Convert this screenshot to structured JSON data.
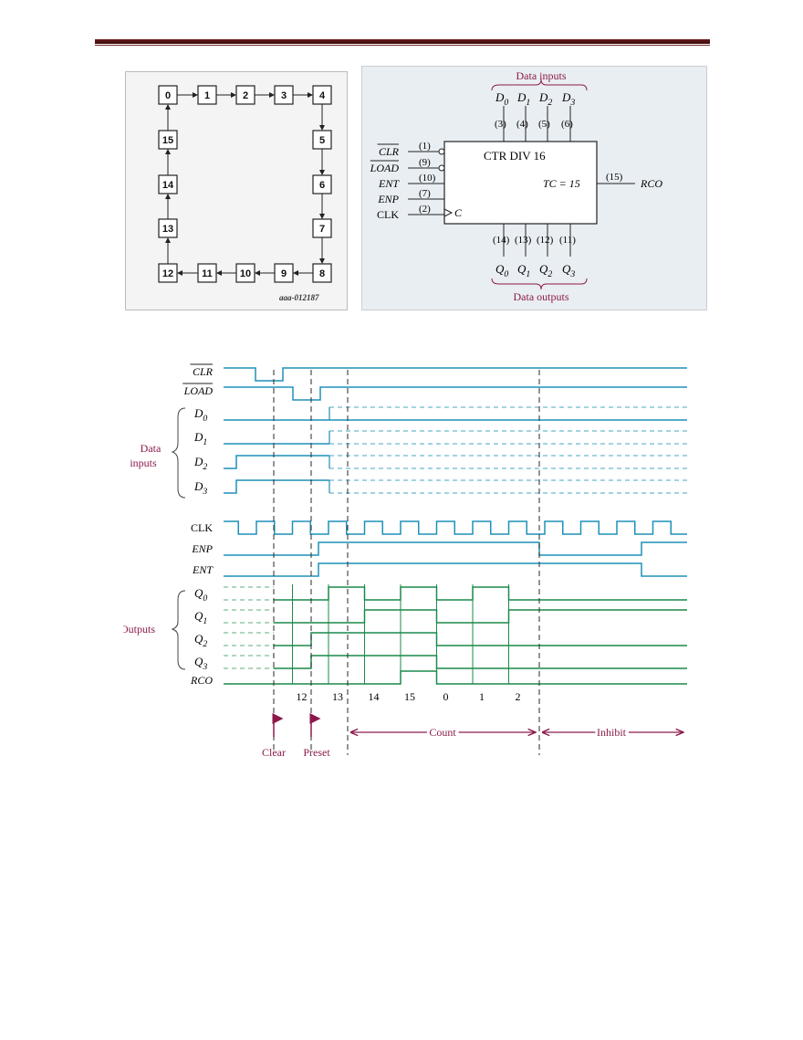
{
  "state_diagram": {
    "states": [
      "0",
      "1",
      "2",
      "3",
      "4",
      "5",
      "6",
      "7",
      "8",
      "9",
      "10",
      "11",
      "12",
      "13",
      "14",
      "15"
    ],
    "caption": "aaa-012187"
  },
  "counter_symbol": {
    "title": "CTR DIV 16",
    "data_inputs_label": "Data inputs",
    "data_outputs_label": "Data outputs",
    "inputs": [
      {
        "name": "CLR",
        "pin": "(1)",
        "inverted": true
      },
      {
        "name": "LOAD",
        "pin": "(9)",
        "inverted": true
      },
      {
        "name": "ENT",
        "pin": "(10)",
        "inverted": false
      },
      {
        "name": "ENP",
        "pin": "(7)",
        "inverted": false
      },
      {
        "name": "CLK",
        "pin": "(2)",
        "inverted": false
      }
    ],
    "clock_label": "C",
    "data_pins": [
      {
        "name": "D",
        "sub": "0",
        "pin": "(3)"
      },
      {
        "name": "D",
        "sub": "1",
        "pin": "(4)"
      },
      {
        "name": "D",
        "sub": "2",
        "pin": "(5)"
      },
      {
        "name": "D",
        "sub": "3",
        "pin": "(6)"
      }
    ],
    "output_pins": [
      {
        "name": "Q",
        "sub": "0",
        "pin": "(14)"
      },
      {
        "name": "Q",
        "sub": "1",
        "pin": "(13)"
      },
      {
        "name": "Q",
        "sub": "2",
        "pin": "(12)"
      },
      {
        "name": "Q",
        "sub": "3",
        "pin": "(11)"
      }
    ],
    "tc_label": "TC = 15",
    "rco_pin": "(15)",
    "rco_label": "RCO"
  },
  "timing": {
    "signals": {
      "CLR": "CLR",
      "LOAD": "LOAD",
      "D0": [
        "D",
        "0"
      ],
      "D1": [
        "D",
        "1"
      ],
      "D2": [
        "D",
        "2"
      ],
      "D3": [
        "D",
        "3"
      ],
      "CLK": "CLK",
      "ENP": "ENP",
      "ENT": "ENT",
      "Q0": [
        "Q",
        "0"
      ],
      "Q1": [
        "Q",
        "1"
      ],
      "Q2": [
        "Q",
        "2"
      ],
      "Q3": [
        "Q",
        "3"
      ],
      "RCO": "RCO"
    },
    "group_data": [
      "Data",
      "inputs"
    ],
    "group_outputs": "Outputs",
    "counts": [
      "12",
      "13",
      "14",
      "15",
      "0",
      "1",
      "2"
    ],
    "count_label": "Count",
    "inhibit_label": "Inhibit",
    "clear_label": "Clear",
    "preset_label": "Preset",
    "colors": {
      "input": "#1e90b8",
      "output": "#1a8a4a",
      "label": "#8b1a4a",
      "dashed": "#2a2a2a"
    }
  }
}
